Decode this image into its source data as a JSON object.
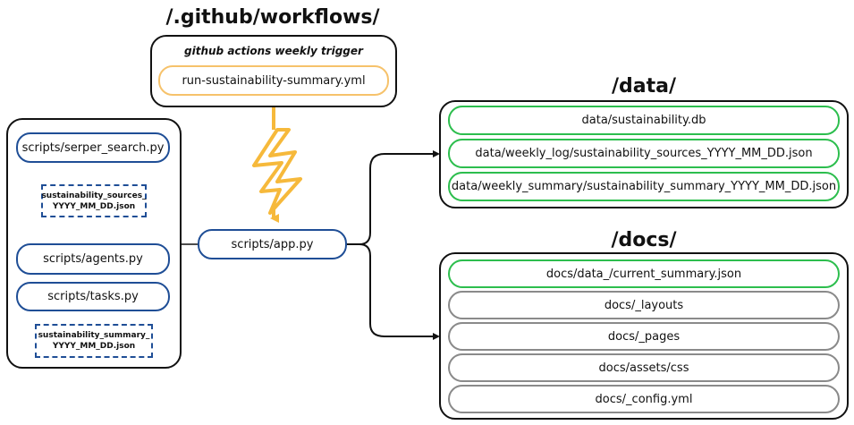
{
  "headings": {
    "workflows": "/.github/workflows/",
    "data": "/data/",
    "docs": "/docs/"
  },
  "workflow": {
    "trigger_label": "github actions weekly trigger",
    "file": "run-sustainability-summary.yml"
  },
  "scripts": {
    "serper": "scripts/serper_search.py",
    "sources_output": [
      "sustainability_sources_",
      "YYYY_MM_DD.json"
    ],
    "agents": "scripts/agents.py",
    "tasks": "scripts/tasks.py",
    "summary_output": [
      "sustainability_summary_",
      "YYYY_MM_DD.json"
    ],
    "app": "scripts/app.py"
  },
  "data_files": [
    {
      "name": "data/sustainability.db",
      "color": "#2dbe4e"
    },
    {
      "name": "data/weekly_log/sustainability_sources_YYYY_MM_DD.json",
      "color": "#2dbe4e"
    },
    {
      "name": "data/weekly_summary/sustainability_summary_YYYY_MM_DD.json",
      "color": "#2dbe4e"
    }
  ],
  "docs_files": [
    {
      "name": "docs/data_/current_summary.json",
      "color": "#2dbe4e"
    },
    {
      "name": "docs/_layouts",
      "color": "#8a8a8a"
    },
    {
      "name": "docs/_pages",
      "color": "#8a8a8a"
    },
    {
      "name": "docs/assets/css",
      "color": "#8a8a8a"
    },
    {
      "name": "docs/_config.yml",
      "color": "#8a8a8a"
    }
  ],
  "colors": {
    "script_border": "#1f4e96",
    "active_file": "#2dbe4e",
    "static_file": "#8a8a8a",
    "trigger": "#f6b93b",
    "workflow_file_border": "#f6c26b"
  },
  "icons": [
    "lightning-bolt-icon",
    "arrow-down-icon",
    "arrow-right-icon"
  ]
}
